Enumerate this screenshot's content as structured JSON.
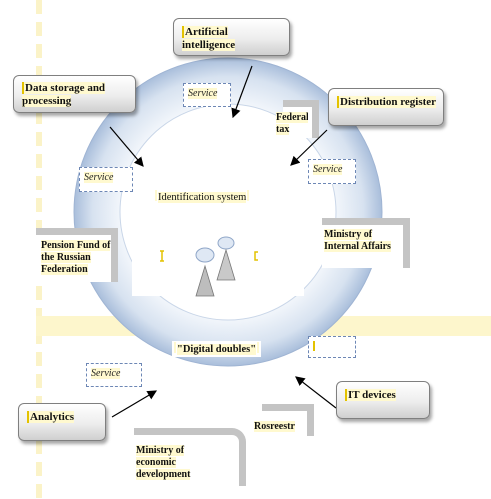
{
  "diagram": {
    "center": {
      "label": "Identification system"
    },
    "bottom_label": "\"Digital doubles\"",
    "outer_nodes": {
      "artificial_intelligence": "Artificial intelligence",
      "data_storage": "Data storage and processing",
      "distribution_register": "Distribution register",
      "analytics": "Analytics",
      "it_devices": "IT devices"
    },
    "agencies": {
      "federal_tax": "Federal tax",
      "ministry_internal": "Ministry of Internal Affairs",
      "pension_fund": "Pension Fund of the Russian Federation",
      "rosreestr": "Rosreestr",
      "ministry_economic": "Ministry of economic development"
    },
    "service_label": "Service"
  },
  "colors": {
    "ring_outer": "#b3c7e1",
    "ring_inner": "#e9eff7",
    "dash_border": "#6d87b5",
    "highlight": "#fff9cf",
    "gray_frame": "#c4c4c4"
  }
}
